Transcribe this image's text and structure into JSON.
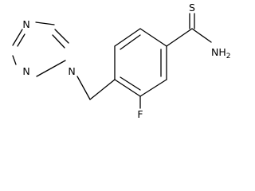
{
  "molecule": {
    "atoms": {
      "N_triazole_top": "N",
      "N_triazole_left": "N",
      "N_triazole_link": "N",
      "S_thioamide": "S",
      "NH2_thioamide": "NH",
      "NH2_subscript": "2",
      "F_substituent": "F"
    }
  },
  "colors": {
    "bond": "#000000",
    "label": "#000000",
    "background": "#ffffff"
  }
}
